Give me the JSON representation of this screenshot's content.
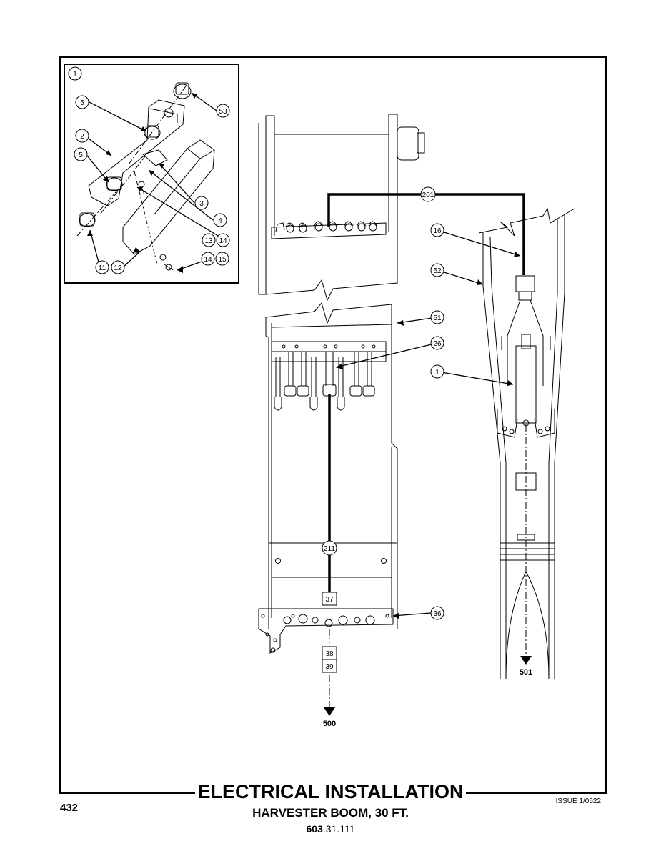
{
  "title": "ELECTRICAL INSTALLATION",
  "subtitle": "HARVESTER BOOM, 30 FT.",
  "part_number_prefix": "603",
  "part_number_suffix": ".31.111",
  "page_number": "432",
  "issue": "ISSUE 1/0522",
  "callouts": {
    "inset_1": "1",
    "inset_5a": "5",
    "inset_53": "53",
    "inset_2": "2",
    "inset_5b": "5",
    "inset_3": "3",
    "inset_4": "4",
    "inset_13": "13",
    "inset_14a": "14",
    "inset_11": "11",
    "inset_12": "12",
    "inset_14b": "14",
    "inset_15": "15",
    "c201": "201",
    "c16": "16",
    "c52": "52",
    "c51": "51",
    "c26": "26",
    "c1": "1",
    "c211": "211",
    "c36": "36"
  },
  "boxes": {
    "b37": "37",
    "b38": "38",
    "b39": "39"
  },
  "arrows": {
    "a500": "500",
    "a501": "501"
  }
}
